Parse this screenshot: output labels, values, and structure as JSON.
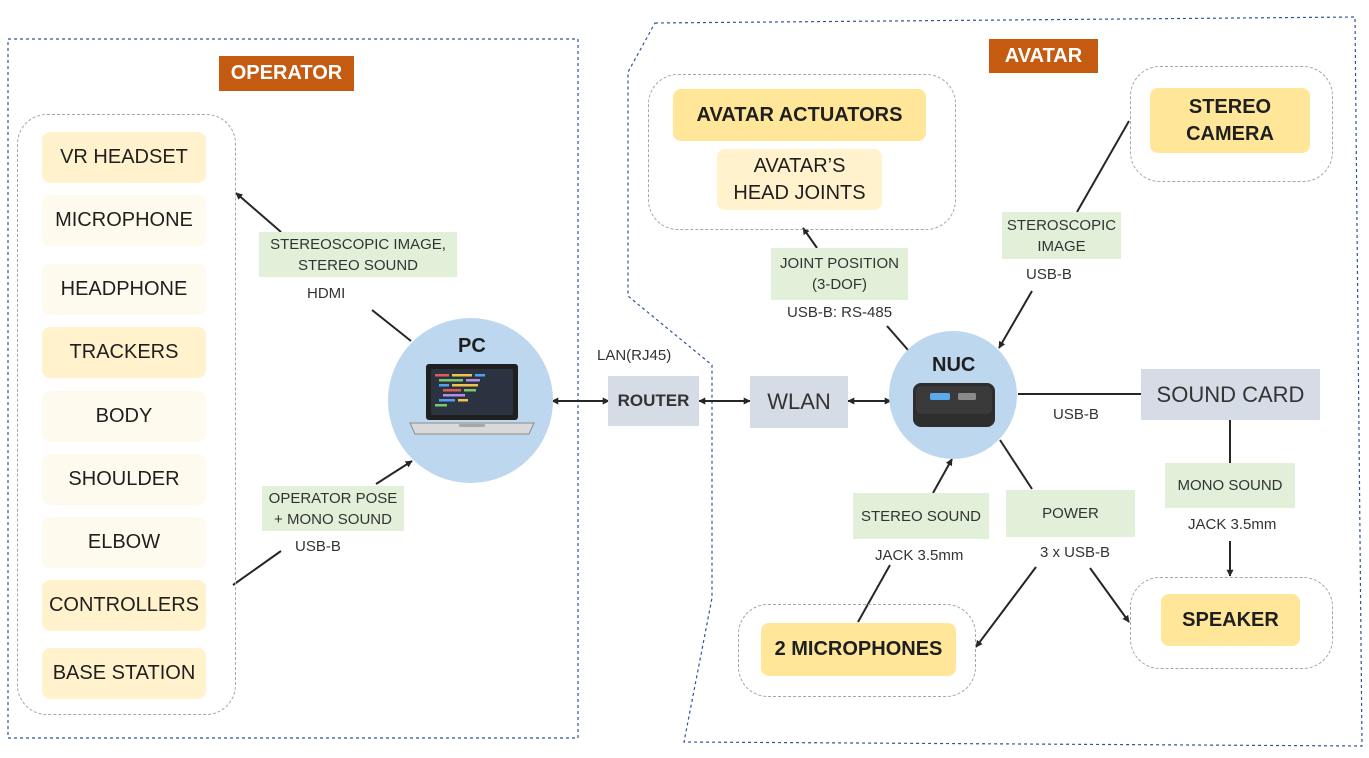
{
  "regions": {
    "operator": "OPERATOR",
    "avatar": "AVATAR"
  },
  "operator_devices": {
    "vr_headset": "VR HEADSET",
    "microphone": "MICROPHONE",
    "headphone": "HEADPHONE",
    "trackers": "TRACKERS",
    "body": "BODY",
    "shoulder": "SHOULDER",
    "elbow": "ELBOW",
    "controllers": "CONTROLLERS",
    "base_station": "BASE STATION"
  },
  "pc": {
    "title": "PC"
  },
  "network": {
    "router": "ROUTER",
    "wlan": "WLAN",
    "lan_label": "LAN(RJ45)"
  },
  "nuc": {
    "title": "NUC"
  },
  "avatar_devices": {
    "actuators": "AVATAR ACTUATORS",
    "head_joints": "AVATAR’S\nHEAD JOINTS",
    "stereo_camera": "STEREO\nCAMERA",
    "sound_card": "SOUND CARD",
    "speaker": "SPEAKER",
    "microphones": "2 MICROPHONES"
  },
  "links": {
    "pc_to_operator": {
      "label": "STEREOSCOPIC IMAGE,\nSTEREO SOUND",
      "port": "HDMI"
    },
    "operator_to_pc": {
      "label": "OPERATOR POSE\n+ MONO SOUND",
      "port": "USB-B"
    },
    "nuc_to_joints": {
      "label": "JOINT POSITION\n(3-DOF)",
      "port": "USB-B: RS-485"
    },
    "camera_to_nuc": {
      "label": "STEROSCOPIC\nIMAGE",
      "port": "USB-B"
    },
    "nuc_sound_card": {
      "port": "USB-B"
    },
    "mics_to_nuc": {
      "label": "STEREO SOUND",
      "port": "JACK 3.5mm"
    },
    "nuc_power": {
      "label": "POWER",
      "port": "3 x USB-B"
    },
    "soundcard_to_speaker": {
      "label": "MONO SOUND",
      "port": "JACK 3.5mm"
    }
  },
  "colors": {
    "region_title": "#c55a11",
    "device_strong": "#ffe699",
    "device_soft": "#fff2cc",
    "node": "#bdd7ee",
    "network_box": "#d6dce5",
    "link_label": "#e2f0d9",
    "region_border": "#2f5597"
  },
  "icons": {
    "pc": "laptop-icon",
    "nuc": "mini-pc-icon"
  }
}
